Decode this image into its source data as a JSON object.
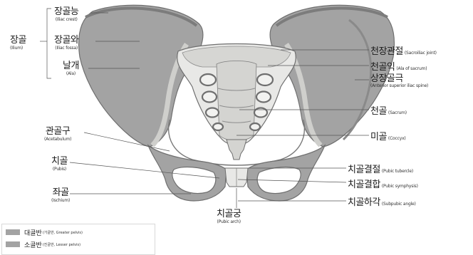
{
  "colors": {
    "greater_pelvis": "#a3a3a3",
    "lesser_pelvis": "#e8e8e6",
    "outline": "#6f6f6f",
    "leader": "#555555"
  },
  "labels": {
    "iliac_crest": {
      "ko": "장골능",
      "en": "(Iliac crest)"
    },
    "iliac_fossa": {
      "ko": "장골와",
      "en": "(Iliac fossa)"
    },
    "ala": {
      "ko": "날개",
      "en": "(Ala)"
    },
    "ilium": {
      "ko": "장골",
      "en": "(Ilium)"
    },
    "acetabulum": {
      "ko": "관골구",
      "en": "(Acetabulum)"
    },
    "pubis": {
      "ko": "치골",
      "en": "(Pubis)"
    },
    "ischium": {
      "ko": "좌골",
      "en": "(Ischium)"
    },
    "pubic_arch": {
      "ko": "치골궁",
      "en": "(Pubic arch)"
    },
    "sacroiliac_joint": {
      "ko": "천장관절",
      "en": "(Sacroiliac joint)"
    },
    "ala_of_sacrum": {
      "ko": "천골익",
      "en": "(Ala of sacrum)"
    },
    "asis": {
      "ko": "상장골극",
      "en": "(Anterior superior iliac spine)"
    },
    "sacrum": {
      "ko": "천골",
      "en": "(Sacrum)"
    },
    "coccyx": {
      "ko": "미골",
      "en": "(Coccyx)"
    },
    "pubic_tubercle": {
      "ko": "치골결절",
      "en": "(Pubic tubercle)"
    },
    "pubic_symphysis": {
      "ko": "치골결합",
      "en": "(Pubic symphysis)"
    },
    "subpubic_angle": {
      "ko": "치골하각",
      "en": "(Subpubic angle)"
    }
  },
  "legend": [
    {
      "ko": "대골반",
      "en": "(가골반, Greater pelvis)"
    },
    {
      "ko": "소골반",
      "en": "(진골반, Lesser pelvis)"
    }
  ]
}
